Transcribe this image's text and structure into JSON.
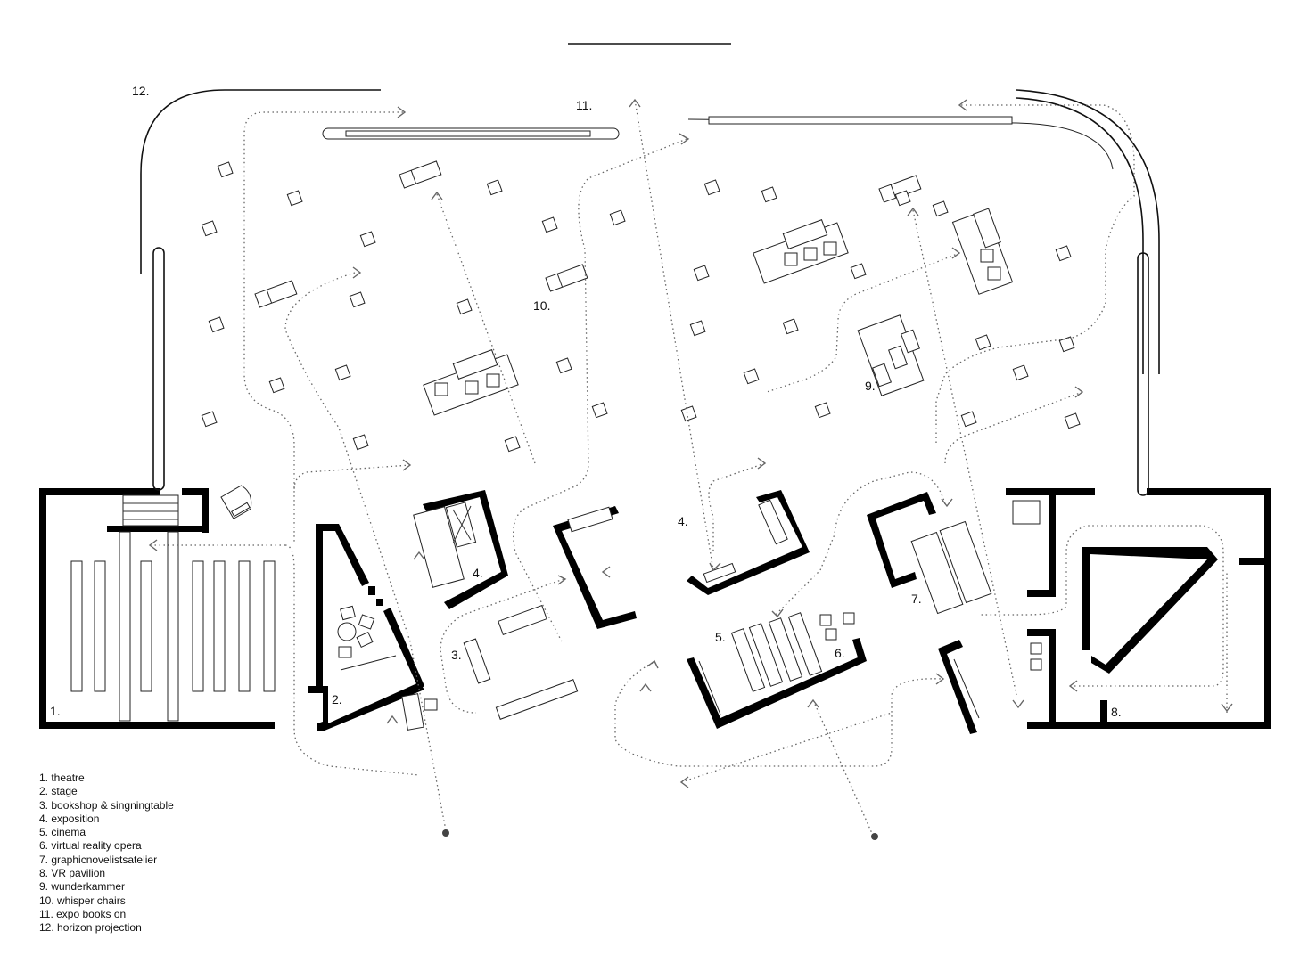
{
  "plan_labels": {
    "l1": "1.",
    "l2": "2.",
    "l3": "3.",
    "l4a": "4.",
    "l4b": "4.",
    "l5": "5.",
    "l6": "6.",
    "l7": "7.",
    "l8": "8.",
    "l9": "9.",
    "l10": "10.",
    "l11": "11.",
    "l12": "12."
  },
  "legend": [
    "1. theatre",
    "2. stage",
    "3. bookshop & singningtable",
    "4. exposition",
    "5. cinema",
    "6. virtual reality opera",
    "7. graphicnovelistsatelier",
    "8. VR pavilion",
    "9. wunderkammer",
    "10. whisper chairs",
    "11. expo books on",
    "12. horizon projection"
  ],
  "colors": {
    "wall": "#000000",
    "path": "#666666",
    "background": "#ffffff"
  }
}
